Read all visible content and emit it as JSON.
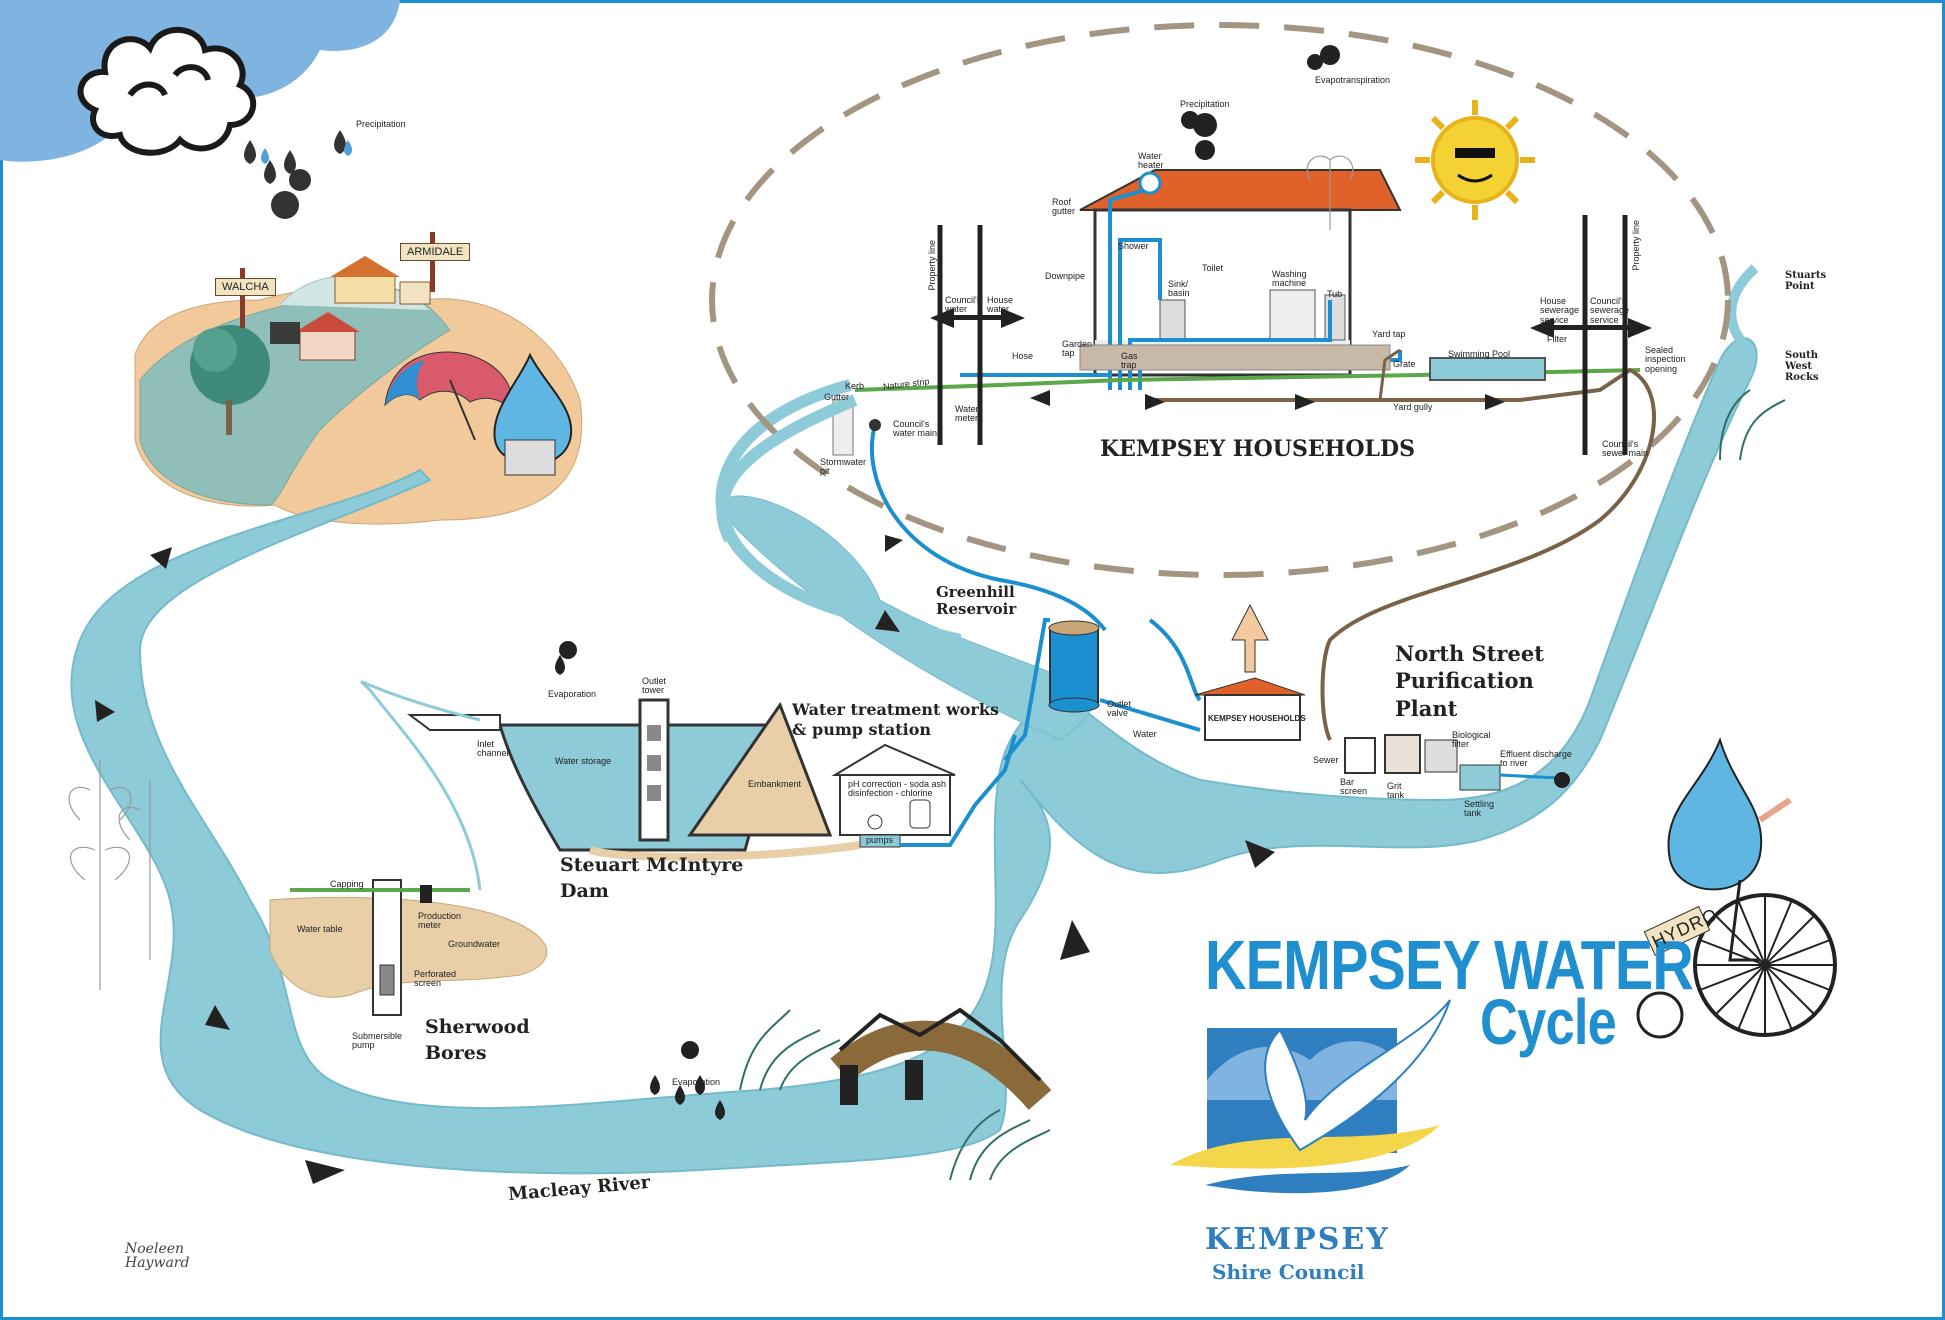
{
  "title": {
    "line1": "KEMPSEY WATER",
    "line2": "Cycle"
  },
  "council_logo": {
    "name": "KEMPSEY",
    "sub": "Shire Council"
  },
  "signature": "Noeleen Hayward",
  "bike_sign": "HYDRO",
  "signs": {
    "walcha": "WALCHA",
    "armidale": "ARMIDALE"
  },
  "headings": {
    "households": "KEMPSEY HOUSEHOLDS",
    "households_small": "KEMPSEY HOUSEHOLDS",
    "greenhill": "Greenhill\nReservoir",
    "treatment": "Water treatment works\n& pump station",
    "north_street": "North Street\nPurification\nPlant",
    "dam": "Steuart McIntyre\nDam",
    "bores": "Sherwood\nBores",
    "river": "Macleay River",
    "stuarts_point": "Stuarts\nPoint",
    "south_west_rocks": "South\nWest\nRocks"
  },
  "labels": {
    "precipitation_top": "Precipitation",
    "precipitation_house": "Precipitation",
    "evapotranspiration": "Evapotranspiration",
    "evaporation_dam": "Evaporation",
    "evaporation_river": "Evaporation",
    "water_heater": "Water\nheater",
    "roof_gutter": "Roof\ngutter",
    "downpipe": "Downpipe",
    "shower": "Shower",
    "toilet": "Toilet",
    "sink_basin": "Sink/\nbasin",
    "washing_machine": "Washing\nmachine",
    "tub": "Tub",
    "yard_tap": "Yard tap",
    "grate": "Grate",
    "swimming_pool": "Swimming Pool",
    "filter": "Filter",
    "sealed_inspection": "Sealed\ninspection\nopening",
    "property_line_left": "Property line",
    "property_line_right": "Property line",
    "councils_water": "Council's\nwater",
    "house_water": "House\nwater",
    "house_sewerage": "House\nsewerage\nservice",
    "councils_sewerage": "Council's\nsewerage\nservice",
    "hose": "Hose",
    "garden_tap": "Garden\ntap",
    "gas_trap": "Gas\ntrap",
    "kerb": "Kerb",
    "gutter": "Gutter",
    "nature_strip": "Nature strip",
    "water_meter": "Water\nmeter",
    "councils_water_main": "Council's\nwater main",
    "stormwater_pit": "Stormwater\npit",
    "yard_gully": "Yard gully",
    "councils_sewer_main": "Council's\nsewer main",
    "outlet_tower": "Outlet\ntower",
    "inlet_channel": "Inlet\nchannel",
    "water_storage": "Water storage",
    "embankment": "Embankment",
    "ph_correction": "pH correction - soda ash\ndisinfection - chlorine",
    "pumps": "pumps",
    "outlet_valve": "Outlet\nvalve",
    "water": "Water",
    "sewer": "Sewer",
    "bar_screen": "Bar\nscreen",
    "grit_tank": "Grit\ntank",
    "biological_filter": "Biological\nfilter",
    "settling_tank": "Settling\ntank",
    "effluent_discharge": "Effluent discharge\nto river",
    "capping": "Capping",
    "water_table": "Water table",
    "production_meter": "Production\nmeter",
    "groundwater": "Groundwater",
    "perforated_screen": "Perforated\nscreen",
    "submersible_pump": "Submersible\npump"
  },
  "colors": {
    "border": "#1b8fcf",
    "cloud": "#7fb3e0",
    "river": "#8ecbd9",
    "river_dark": "#74bacb",
    "pipe": "#1b8fcf",
    "sewer_pipe": "#7a6248",
    "hill_sand": "#f2c99a",
    "hill_green": "#8fbfb8",
    "roof": "#e0622a",
    "ellipse_dash": "#a39582",
    "title_blue": "#1f8fd0",
    "logo_blue": "#2f7fc0",
    "logo_yellow": "#f4d64a"
  }
}
